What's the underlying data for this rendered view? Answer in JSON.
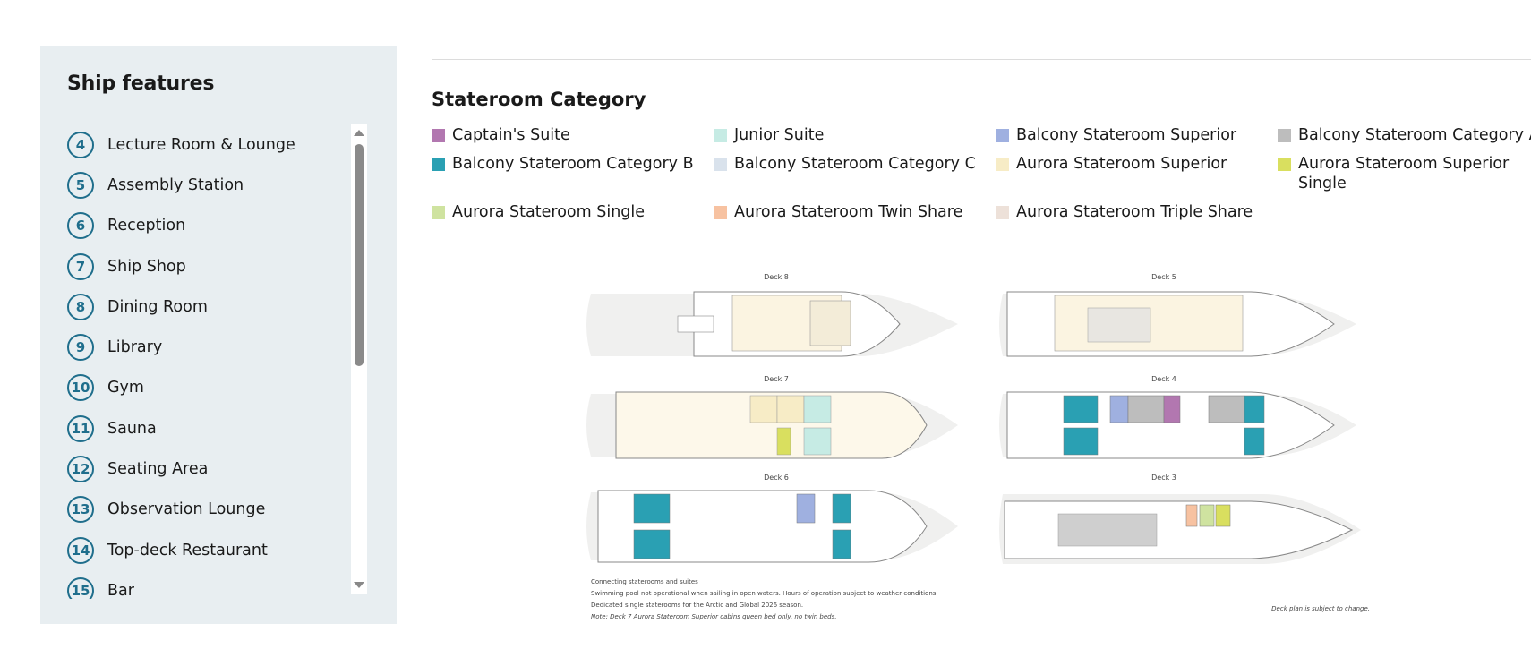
{
  "sidebar": {
    "title": "Ship features",
    "items": [
      {
        "num": "4",
        "label": "Lecture Room & Lounge"
      },
      {
        "num": "5",
        "label": "Assembly Station"
      },
      {
        "num": "6",
        "label": "Reception"
      },
      {
        "num": "7",
        "label": "Ship Shop"
      },
      {
        "num": "8",
        "label": "Dining Room"
      },
      {
        "num": "9",
        "label": "Library"
      },
      {
        "num": "10",
        "label": "Gym"
      },
      {
        "num": "11",
        "label": "Sauna"
      },
      {
        "num": "12",
        "label": "Seating Area"
      },
      {
        "num": "13",
        "label": "Observation Lounge"
      },
      {
        "num": "14",
        "label": "Top-deck Restaurant"
      },
      {
        "num": "15",
        "label": "Bar"
      }
    ]
  },
  "legend": {
    "title": "Stateroom Category",
    "items": [
      {
        "label": "Captain's Suite",
        "color": "#b277b0"
      },
      {
        "label": "Junior Suite",
        "color": "#c6ebe4"
      },
      {
        "label": "Balcony Stateroom Superior",
        "color": "#9fb0e0"
      },
      {
        "label": "Balcony Stateroom Category A",
        "color": "#bdbdbd"
      },
      {
        "label": "Balcony Stateroom Category B",
        "color": "#2aa0b3"
      },
      {
        "label": "Balcony Stateroom Category C",
        "color": "#d9e2ec"
      },
      {
        "label": "Aurora Stateroom Superior",
        "color": "#f7ecc6"
      },
      {
        "label": "Aurora Stateroom Superior Single",
        "color": "#d9df5f"
      },
      {
        "label": "Aurora Stateroom Single",
        "color": "#cfe3a0"
      },
      {
        "label": "Aurora Stateroom Twin Share",
        "color": "#f7c2a1"
      },
      {
        "label": "Aurora Stateroom Triple Share",
        "color": "#ede1d9"
      }
    ]
  },
  "deckplan": {
    "decks": [
      "Deck 8",
      "Deck 5",
      "Deck 7",
      "Deck 4",
      "Deck 6",
      "Deck 3"
    ],
    "notes": [
      "Connecting staterooms and suites",
      "Swimming pool not operational when sailing in open waters. Hours of operation subject to weather conditions.",
      "Dedicated single staterooms for the Arctic and Global 2026 season.",
      "Note: Deck 7 Aurora Stateroom Superior cabins queen bed only, no twin beds."
    ],
    "disclaimer": "Deck plan is subject to change."
  }
}
